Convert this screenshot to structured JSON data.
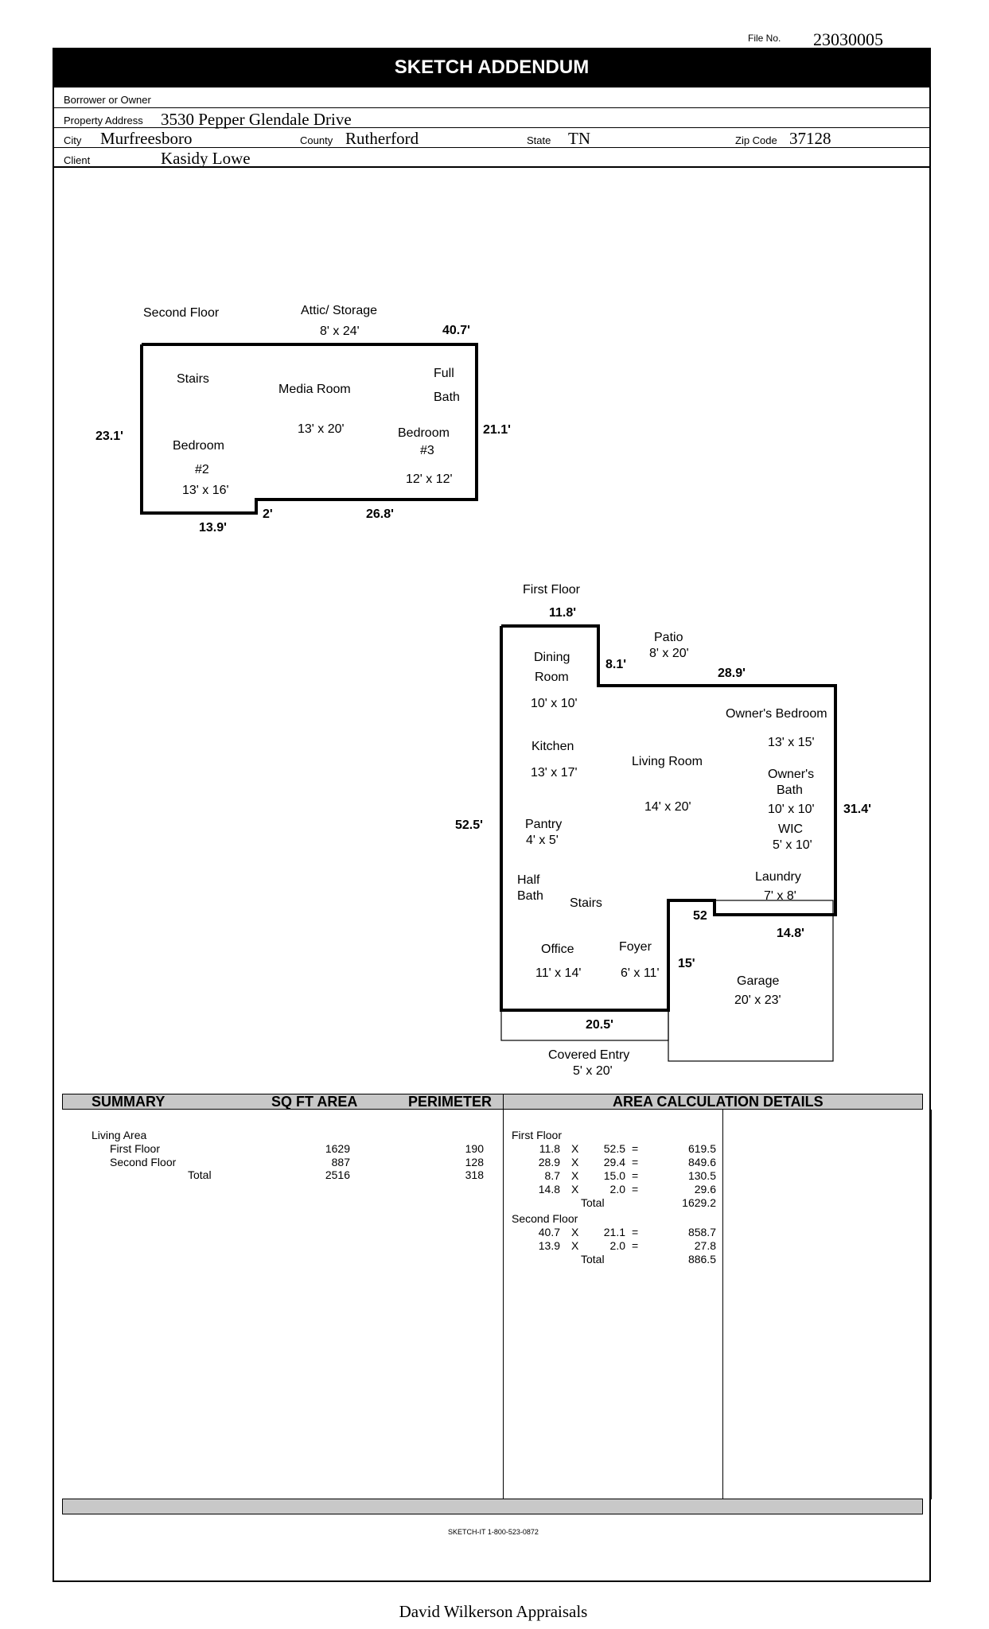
{
  "header": {
    "file_no_label": "File No.",
    "file_no": "23030005",
    "title": "SKETCH ADDENDUM",
    "borrower_label": "Borrower or Owner",
    "borrower": "",
    "address_label": "Property Address",
    "address": "3530 Pepper Glendale Drive",
    "city_label": "City",
    "city": "Murfreesboro",
    "county_label": "County",
    "county": "Rutherford",
    "state_label": "State",
    "state": "TN",
    "zip_label": "Zip Code",
    "zip": "37128",
    "client_label": "Client",
    "client": "Kasidy Lowe"
  },
  "second_floor": {
    "title": "Second Floor",
    "rooms": {
      "attic": "Attic/ Storage",
      "attic_size": "8' x 24'",
      "stairs": "Stairs",
      "media": "Media Room",
      "media_size": "13' x 20'",
      "full": "Full",
      "bath": "Bath",
      "bedroom2": "Bedroom",
      "bedroom2_num": "#2",
      "bedroom2_size": "13' x 16'",
      "bedroom3": "Bedroom",
      "bedroom3_num": "#3",
      "bedroom3_size": "12' x 12'"
    },
    "dims": {
      "top": "40.7'",
      "left": "23.1'",
      "right": "21.1'",
      "bottom_left": "13.9'",
      "step": "2'",
      "bottom_right": "26.8'"
    }
  },
  "first_floor": {
    "title": "First Floor",
    "rooms": {
      "patio": "Patio",
      "patio_size": "8' x 20'",
      "dining": "Dining",
      "dining2": "Room",
      "dining_size": "10' x 10'",
      "owners_bedroom": "Owner's Bedroom",
      "owners_bedroom_size": "13' x 15'",
      "kitchen": "Kitchen",
      "kitchen_size": "13' x 17'",
      "living": "Living Room",
      "living_size": "14' x 20'",
      "owners_bath": "Owner's",
      "owners_bath2": "Bath",
      "owners_bath_size": "10' x 10'",
      "wic": "WIC",
      "wic_size": "5' x 10'",
      "pantry": "Pantry",
      "pantry_size": "4' x 5'",
      "half": "Half",
      "half_bath": "Bath",
      "stairs": "Stairs",
      "laundry": "Laundry",
      "laundry_size": "7' x 8'",
      "office": "Office",
      "office_size": "11' x 14'",
      "foyer": "Foyer",
      "foyer_size": "6' x 11'",
      "garage": "Garage",
      "garage_size": "20' x 23'",
      "covered": "Covered Entry",
      "covered_size": "5' x 20'"
    },
    "dims": {
      "top": "11.8'",
      "step": "8.1'",
      "top_right": "28.9'",
      "left": "52.5'",
      "right": "31.4'",
      "notch": "52",
      "garage_top": "14.8'",
      "garage_left": "15'",
      "bottom": "20.5'"
    }
  },
  "summary": {
    "col_summary": "SUMMARY",
    "col_area": "SQ FT AREA",
    "col_perimeter": "PERIMETER",
    "col_details": "AREA CALCULATION DETAILS",
    "living_area": "Living Area",
    "rows": [
      {
        "name": "First Floor",
        "area": "1629",
        "perimeter": "190"
      },
      {
        "name": "Second Floor",
        "area": "887",
        "perimeter": "128"
      },
      {
        "name": "Total",
        "area": "2516",
        "perimeter": "318"
      }
    ],
    "details": {
      "first_floor_label": "First Floor",
      "first_rows": [
        {
          "a": "11.8",
          "x": "X",
          "b": "52.5",
          "eq": "=",
          "r": "619.5"
        },
        {
          "a": "28.9",
          "x": "X",
          "b": "29.4",
          "eq": "=",
          "r": "849.6"
        },
        {
          "a": "8.7",
          "x": "X",
          "b": "15.0",
          "eq": "=",
          "r": "130.5"
        },
        {
          "a": "14.8",
          "x": "X",
          "b": "2.0",
          "eq": "=",
          "r": "29.6"
        }
      ],
      "first_total_label": "Total",
      "first_total": "1629.2",
      "second_floor_label": "Second Floor",
      "second_rows": [
        {
          "a": "40.7",
          "x": "X",
          "b": "21.1",
          "eq": "=",
          "r": "858.7"
        },
        {
          "a": "13.9",
          "x": "X",
          "b": "2.0",
          "eq": "=",
          "r": "27.8"
        }
      ],
      "second_total_label": "Total",
      "second_total": "886.5"
    }
  },
  "footer": {
    "sketch_it": "SKETCH-IT 1-800-523-0872",
    "company": "David Wilkerson Appraisals"
  }
}
